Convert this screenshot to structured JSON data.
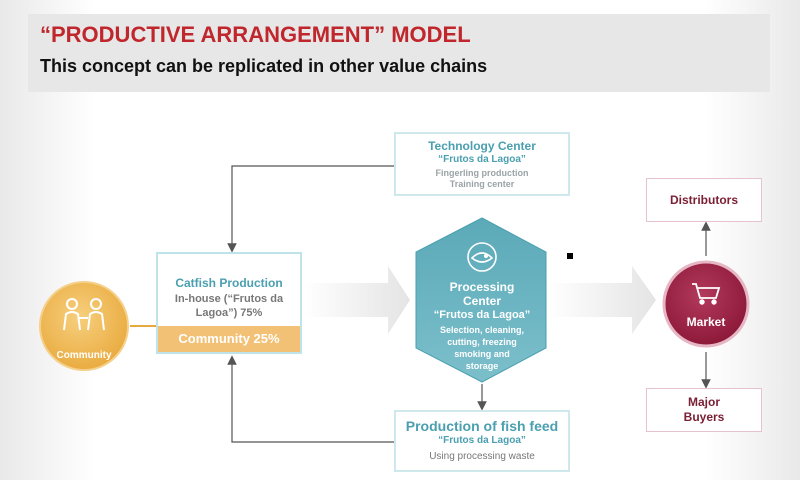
{
  "header": {
    "title": "“PRODUCTIVE ARRANGEMENT” MODEL",
    "subtitle": "This concept can be replicated in other value chains"
  },
  "technology_center": {
    "title": "Technology Center",
    "brand": "“Frutos da Lagoa”",
    "line1": "Fingerling production",
    "line2": "Training center"
  },
  "catfish_production": {
    "title": "Catfish Production",
    "line1": "In-house (“Frutos da",
    "line2": "Lagoa”) 75%",
    "community_share": "Community 25%"
  },
  "processing_center": {
    "line1": "Processing",
    "line2": "Center",
    "brand": "“Frutos da Lagoa”",
    "desc1": "Selection, cleaning,",
    "desc2": "cutting, freezing",
    "desc3": "smoking and",
    "desc4": "storage"
  },
  "fish_feed": {
    "title": "Production of fish feed",
    "brand": "“Frutos da Lagoa”",
    "desc": "Using processing waste"
  },
  "community": {
    "label": "Community"
  },
  "market": {
    "label": "Market"
  },
  "distributors": {
    "label": "Distributors"
  },
  "major_buyers": {
    "line1": "Major",
    "line2": "Buyers"
  },
  "icons": [
    "people-icon",
    "fish-icon",
    "shopping-cart-icon"
  ],
  "colors": {
    "title_red": "#c0272d",
    "teal": "#4a9fb0",
    "orange": "#f3c175",
    "maroon": "#9b1b3d"
  }
}
